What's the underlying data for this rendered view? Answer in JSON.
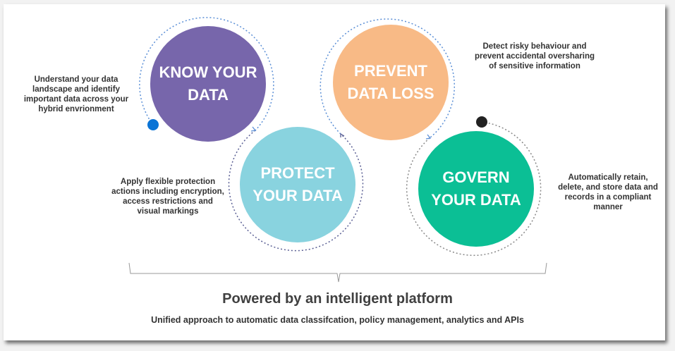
{
  "pillars": [
    {
      "label": "KNOW YOUR DATA",
      "description": "Understand your data landscape and identify important data across your hybrid envrionment",
      "color": "#7766ab"
    },
    {
      "label": "PROTECT YOUR DATA",
      "description": "Apply flexible protection actions including encryption, access restrictions and visual markings",
      "color": "#89d3df"
    },
    {
      "label": "PREVENT DATA LOSS",
      "description": "Detect risky behaviour and prevent accidental oversharing of sensitive information",
      "color": "#f8ba86"
    },
    {
      "label": "GOVERN YOUR DATA",
      "description": "Automatically retain, delete, and store data and records in a compliant manner",
      "color": "#0bbf95"
    }
  ],
  "footer": {
    "title": "Powered by an intelligent platform",
    "subtitle": "Unified approach to automatic data classifcation, policy management, analytics and APIs"
  },
  "colors": {
    "start_dot": "#0a74d6",
    "end_dot": "#222222",
    "ring_blue": "#5b8fd6",
    "ring_gray": "#888888",
    "ring_purple": "#5a5f94"
  }
}
